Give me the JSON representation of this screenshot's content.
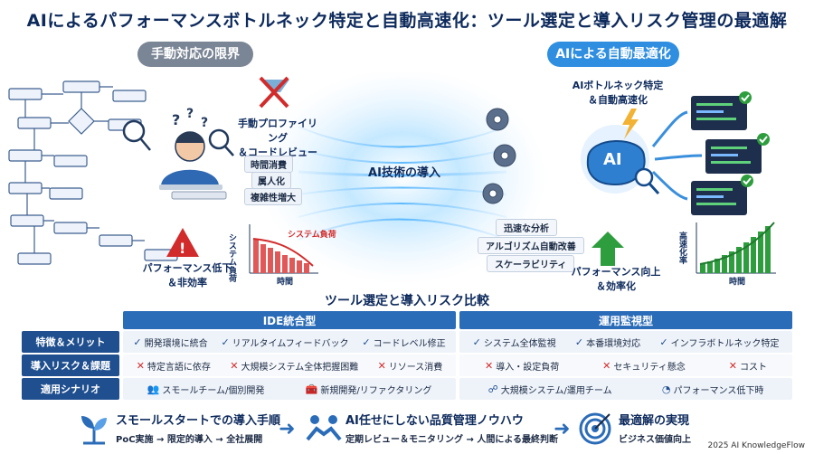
{
  "title": "AIによるパフォーマンスボトルネック特定と自動高速化：ツール選定と導入リスク管理の最適解",
  "left_panel": {
    "heading": "手動対応の限界",
    "manual_label": "手動プロファイリング\n＆コードレビュー",
    "issues": [
      "時間消費",
      "属人化",
      "複雑性増大"
    ],
    "warning_label": "パフォーマンス低下\n＆非効率",
    "chart_ylabel": "システム負荷",
    "chart_series": "システム負荷",
    "chart_xlabel": "時間"
  },
  "center": {
    "label": "AI技術の導入"
  },
  "right_panel": {
    "heading": "AIによる自動最適化",
    "ai_label": "AIボトルネック特定\n＆自動高速化",
    "ai_badge": "AI",
    "features": [
      "迅速な分析",
      "アルゴリズム自動改善",
      "スケーラビリティ"
    ],
    "improve_label": "パフォーマンス向上\n＆効率化",
    "chart_ylabel": "高速化率",
    "chart_xlabel": "時間"
  },
  "comparison": {
    "title": "ツール選定と導入リスク比較",
    "columns": [
      "IDE統合型",
      "運用監視型"
    ],
    "rows": [
      {
        "label": "特徴＆メリット",
        "ide": [
          "開発環境に統合",
          "リアルタイムフィードバック",
          "コードレベル修正"
        ],
        "ops": [
          "システム全体監視",
          "本番環境対応",
          "インフラボトルネック特定"
        ]
      },
      {
        "label": "導入リスク＆課題",
        "ide": [
          "特定言語に依存",
          "大規模システム全体把握困難",
          "リソース消費"
        ],
        "ops": [
          "導入・設定負荷",
          "セキュリティ懸念",
          "コスト"
        ]
      },
      {
        "label": "適用シナリオ",
        "ide": [
          "スモールチーム/個別開発",
          "新規開発/リファクタリング"
        ],
        "ops": [
          "大規模システム/運用チーム",
          "パフォーマンス低下時"
        ]
      }
    ]
  },
  "bottom": [
    {
      "title": "スモールスタートでの導入手順",
      "sub": "PoC実施 → 限定的導入 → 全社展開"
    },
    {
      "title": "AI任せにしない品質管理ノウハウ",
      "sub": "定期レビュー＆モニタリング → 人間による最終判断"
    },
    {
      "title": "最適解の実現",
      "sub": "ビジネス価値向上"
    }
  ],
  "credit": "2025 AI KnowledgeFlow",
  "colors": {
    "navy": "#0d2a5c",
    "blue": "#2b6cb8",
    "accent": "#2f8ee0",
    "warning": "#d22b2b",
    "success": "#2e9d3e"
  },
  "icons": {
    "bottom": [
      "plant-sprout-icon",
      "handshake-icon",
      "target-icon"
    ],
    "left": [
      "flowchart-icon",
      "stressed-developer-icon",
      "magnifier-icon",
      "warning-triangle-icon",
      "cross-icon"
    ],
    "right": [
      "gears-icon",
      "ai-brain-icon",
      "lightning-icon",
      "check-icon",
      "up-arrow-icon"
    ]
  }
}
